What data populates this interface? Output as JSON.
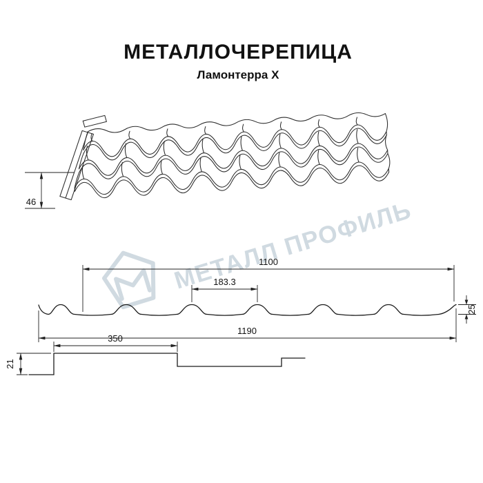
{
  "title": "МЕТАЛЛОЧЕРЕПИЦА",
  "subtitle": "Ламонтерра X",
  "watermark": {
    "text": "МЕТАЛЛ ПРОФИЛЬ"
  },
  "dimensions": {
    "perspective_height": "46",
    "cover_width": "1100",
    "wave_step": "183.3",
    "profile_height": "25",
    "full_width": "1190",
    "module_length": "350",
    "step_height": "21"
  }
}
